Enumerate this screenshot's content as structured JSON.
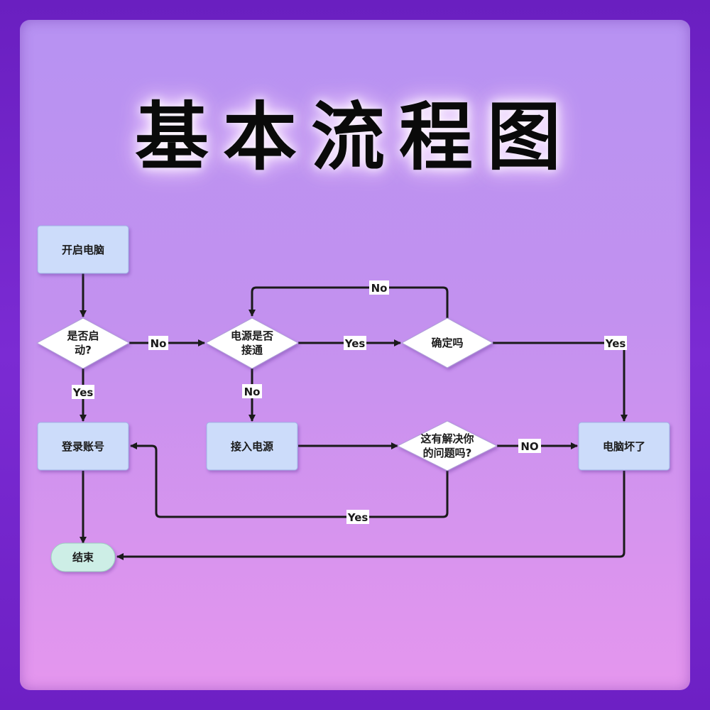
{
  "title": "基本流程图",
  "nodes": {
    "start": "开启电脑",
    "started": [
      "是否启",
      "动?"
    ],
    "power": [
      "电源是否",
      "接通"
    ],
    "sure": "确定吗",
    "login": "登录账号",
    "plug": "接入电源",
    "solved": [
      "这有解决你",
      "的问题吗?"
    ],
    "broken": "电脑坏了",
    "end": "结束"
  },
  "edge_labels": {
    "started_no": "No",
    "started_yes": "Yes",
    "power_yes": "Yes",
    "power_no": "No",
    "sure_no": "No",
    "sure_yes": "Yes",
    "solved_no": "NO",
    "solved_yes": "Yes"
  },
  "colors": {
    "process_fill": "#ccdcfa",
    "decision_fill": "#ffffff",
    "terminal_fill": "#cdeee6",
    "line": "#1a1a1a"
  }
}
